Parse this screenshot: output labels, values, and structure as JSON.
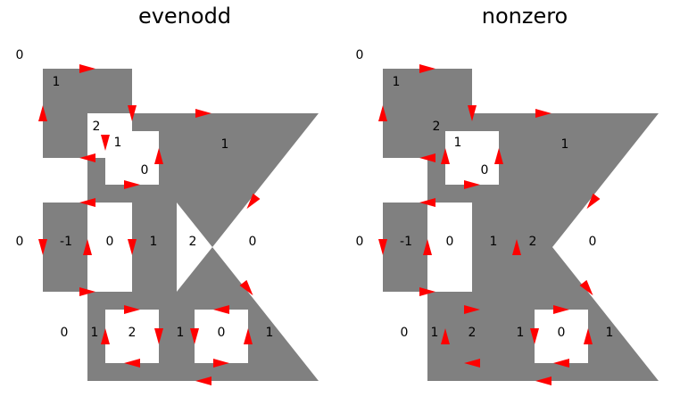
{
  "colors": {
    "fill": "#808080",
    "background": "#ffffff",
    "arrow": "#ff0000",
    "text": "#000000"
  },
  "panels": [
    {
      "title": "evenodd",
      "fill_rule": "evenodd",
      "labels": [
        "0",
        "1",
        "2",
        "1",
        "0",
        "1",
        "0",
        "-1",
        "0",
        "1",
        "2",
        "0",
        "0",
        "1",
        "2",
        "1",
        "0",
        "1"
      ]
    },
    {
      "title": "nonzero",
      "fill_rule": "nonzero",
      "labels": [
        "0",
        "1",
        "2",
        "1",
        "0",
        "1",
        "0",
        "-1",
        "0",
        "1",
        "2",
        "0",
        "0",
        "1",
        "2",
        "1",
        "0",
        "1"
      ]
    }
  ],
  "direction_marker": "arrow"
}
